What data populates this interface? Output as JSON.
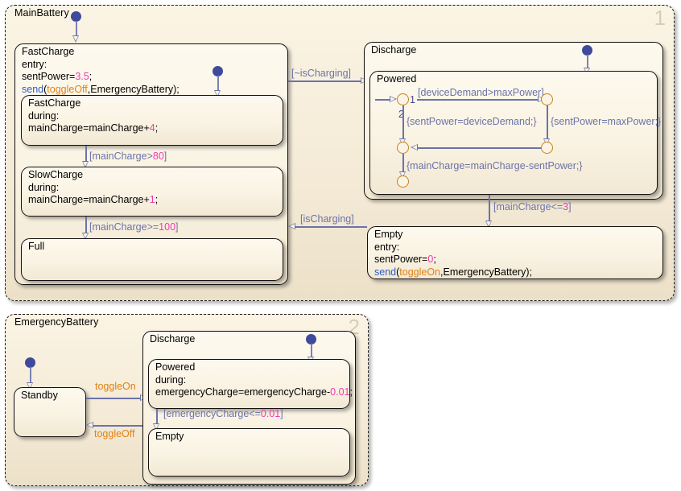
{
  "diagram": {
    "type": "stateflow-statechart",
    "canvas_background": "#ffffff",
    "colors": {
      "state_border": "#111111",
      "state_fill": "#faf3e3",
      "chart_fill": "#f4ead6",
      "transition": "#6b73a8",
      "default_transition_dot": "#3f4a9c",
      "junction_border": "#c8801a",
      "keyword_send": "#2b5fc4",
      "event_name": "#e08214",
      "numeric_literal": "#ef3ab0",
      "watermark": "#d8cdb4"
    }
  },
  "charts": [
    {
      "name": "MainBattery",
      "title": "MainBattery",
      "number": "1",
      "states": [
        {
          "id": "fastcharge-outer",
          "name": "FastCharge",
          "lines": [
            "FastCharge",
            "entry:",
            "sentPower=3.5;",
            "send(toggleOff,EmergencyBattery);"
          ]
        },
        {
          "id": "fastcharge-inner",
          "name": "FastCharge",
          "lines": [
            "FastCharge",
            "during:",
            "mainCharge=mainCharge+4;"
          ]
        },
        {
          "id": "slowcharge",
          "name": "SlowCharge",
          "lines": [
            "SlowCharge",
            "during:",
            "mainCharge=mainCharge+1;"
          ]
        },
        {
          "id": "full",
          "name": "Full",
          "lines": [
            "Full"
          ]
        },
        {
          "id": "discharge",
          "name": "Discharge",
          "lines": [
            "Discharge"
          ]
        },
        {
          "id": "powered",
          "name": "Powered",
          "lines": [
            "Powered"
          ]
        },
        {
          "id": "empty",
          "name": "Empty",
          "lines": [
            "Empty",
            "entry:",
            "sentPower=0;",
            "send(toggleOn,EmergencyBattery);"
          ]
        }
      ],
      "transitions": [
        {
          "id": "fast-to-slow",
          "label": "[mainCharge>80]",
          "from": "fastcharge-inner",
          "to": "slowcharge"
        },
        {
          "id": "slow-to-full",
          "label": "[mainCharge>=100]",
          "from": "slowcharge",
          "to": "full"
        },
        {
          "id": "charge-to-discharge",
          "label": "[~isCharging]",
          "from": "FastCharge",
          "to": "Discharge"
        },
        {
          "id": "discharge-to-charge",
          "label": "[isCharging]",
          "from": "Empty",
          "to": "FastCharge"
        },
        {
          "id": "powered-to-empty",
          "label": "[mainCharge<=3]",
          "from": "powered",
          "to": "empty"
        },
        {
          "id": "j1-to-j2",
          "label": "[deviceDemand>maxPower]",
          "order": "1"
        },
        {
          "id": "j1-to-j3",
          "label": "{sentPower=deviceDemand;}",
          "order": "2"
        },
        {
          "id": "j2-to-j4",
          "label": "{sentPower=maxPower;}"
        },
        {
          "id": "j4-to-j3",
          "label": ""
        },
        {
          "id": "j3-to-j5",
          "label": "{mainCharge=mainCharge-sentPower;}"
        }
      ]
    },
    {
      "name": "EmergencyBattery",
      "title": "EmergencyBattery",
      "number": "2",
      "states": [
        {
          "id": "standby",
          "name": "Standby",
          "lines": [
            "Standby"
          ]
        },
        {
          "id": "eb-discharge",
          "name": "Discharge",
          "lines": [
            "Discharge"
          ]
        },
        {
          "id": "eb-powered",
          "name": "Powered",
          "lines": [
            "Powered",
            "during:",
            "emergencyCharge=emergencyCharge-0.01;"
          ]
        },
        {
          "id": "eb-empty",
          "name": "Empty",
          "lines": [
            "Empty"
          ]
        }
      ],
      "transitions": [
        {
          "id": "standby-to-discharge",
          "label": "toggleOn",
          "kind": "event"
        },
        {
          "id": "discharge-to-standby",
          "label": "toggleOff",
          "kind": "event"
        },
        {
          "id": "eb-powered-to-empty",
          "label": "[emergencyCharge<=0.01]"
        }
      ]
    }
  ],
  "literals": {
    "n3_5": "3.5",
    "n4": "4",
    "n80": "80",
    "n1": "1",
    "n100": "100",
    "n0": "0",
    "n3": "3",
    "n001": "0.01",
    "toggleOff": "toggleOff",
    "toggleOn": "toggleOn",
    "send": "send",
    "entry": "entry:",
    "during": "during:",
    "emergencyBattery_arg": "EmergencyBattery"
  }
}
